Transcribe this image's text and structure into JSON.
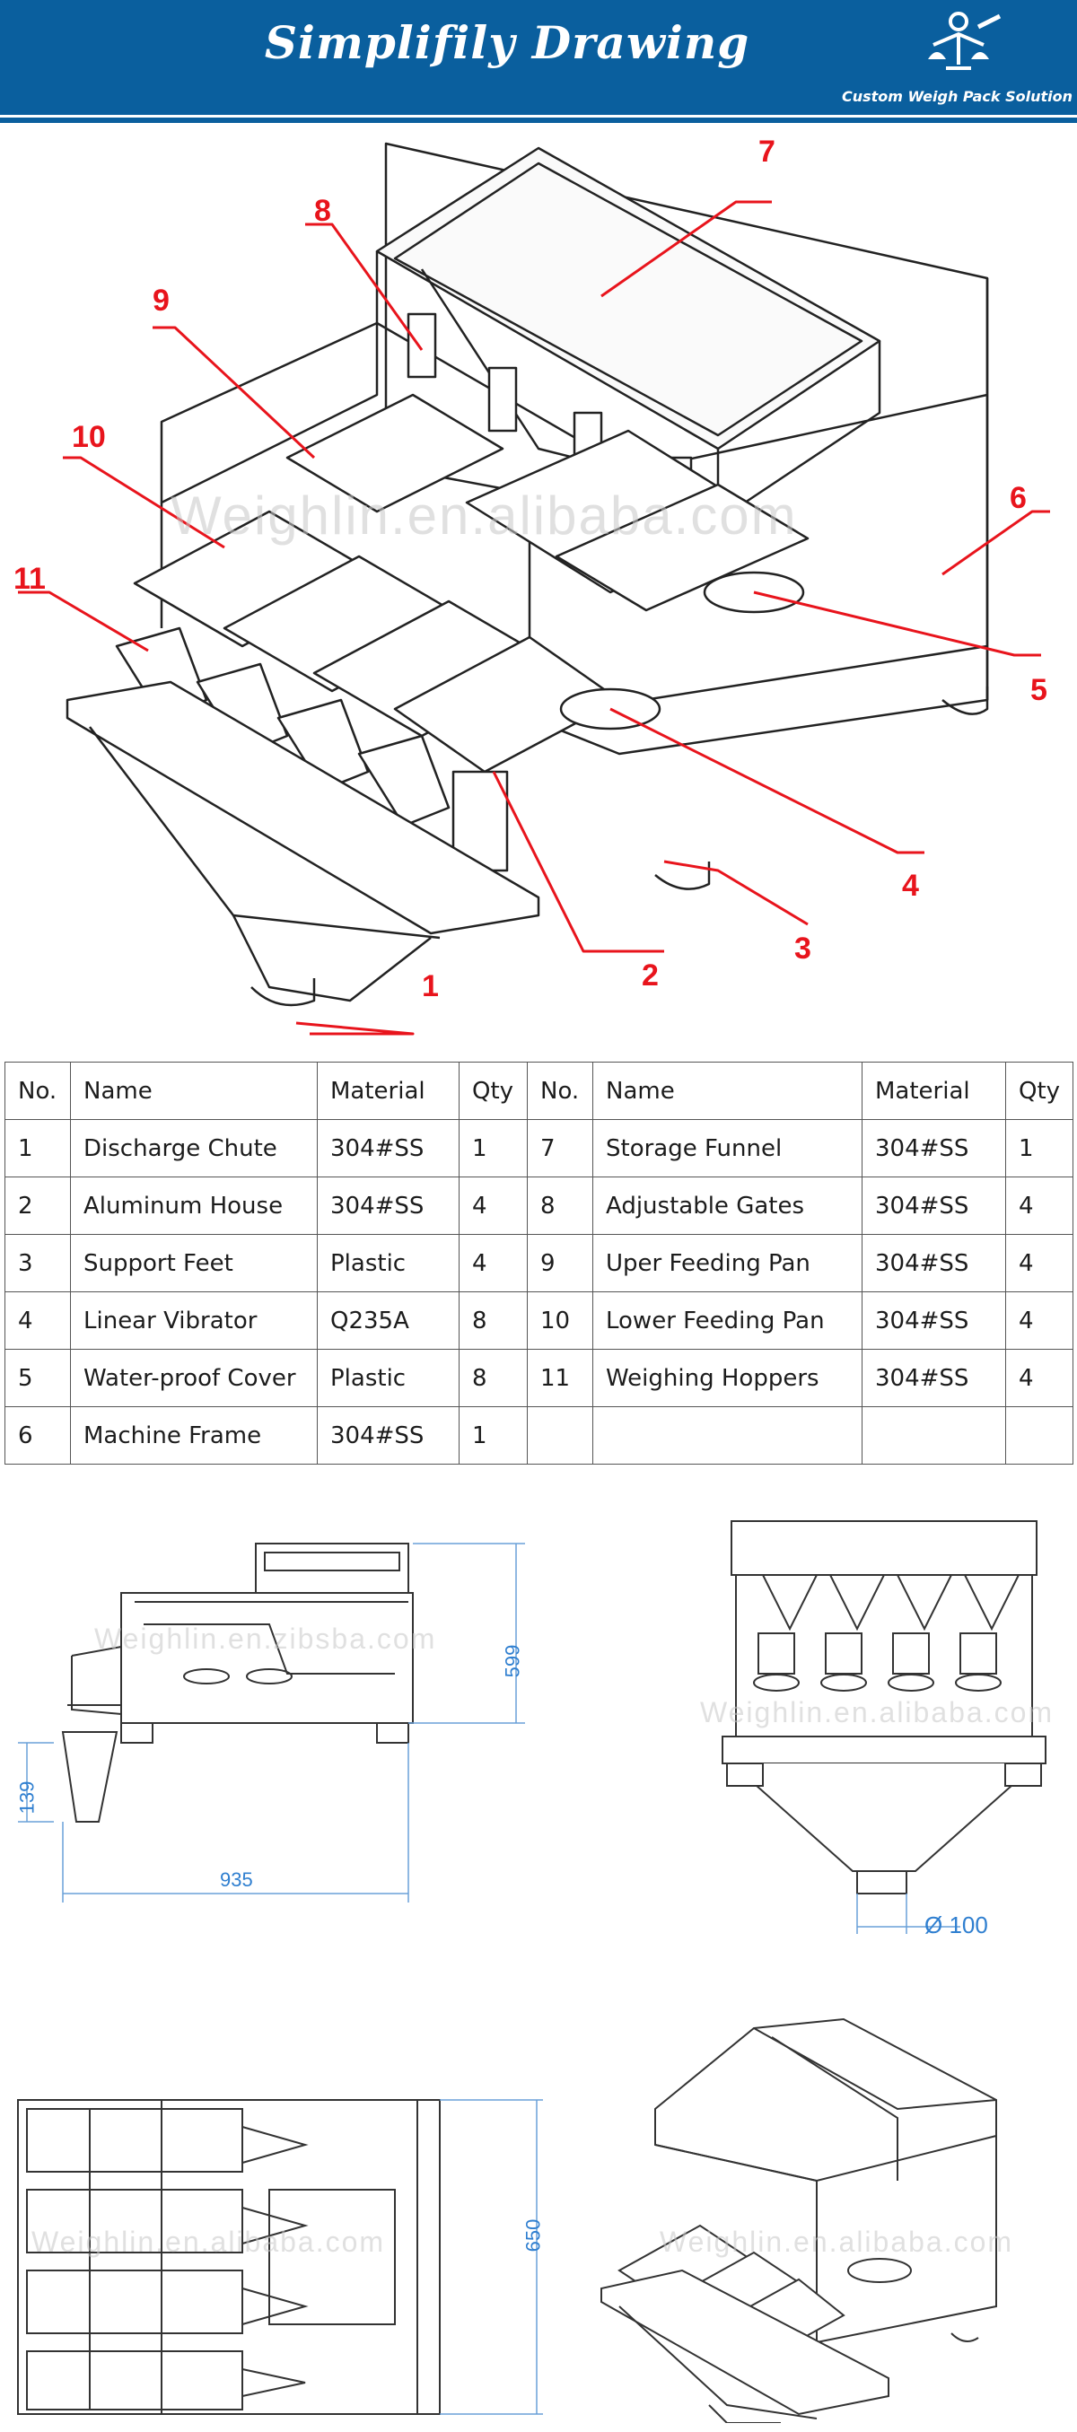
{
  "header": {
    "title": "Simplifily Drawing",
    "tagline": "Custom Weigh Pack Solution",
    "bg_color": "#0a5f9e",
    "logo_icon": "scale-hand-icon"
  },
  "watermarks": {
    "main": "Weighlin.en.alibaba.com",
    "side": "Weighlin.en.zibsba.com",
    "front": "Weighlin.en.alibaba.com",
    "top": "Weighlin.en.alibaba.com",
    "iso": "Weighlin.en.alibaba.com"
  },
  "callouts": [
    "1",
    "2",
    "3",
    "4",
    "5",
    "6",
    "7",
    "8",
    "9",
    "10",
    "11"
  ],
  "callout_color": "#e8141c",
  "parts_table": {
    "headers": [
      "No.",
      "Name",
      "Material",
      "Qty",
      "No.",
      "Name",
      "Material",
      "Qty"
    ],
    "rows": [
      [
        "1",
        "Discharge Chute",
        "304#SS",
        "1",
        "7",
        "Storage Funnel",
        "304#SS",
        "1"
      ],
      [
        "2",
        "Aluminum House",
        "304#SS",
        "4",
        "8",
        "Adjustable Gates",
        "304#SS",
        "4"
      ],
      [
        "3",
        "Support Feet",
        "Plastic",
        "4",
        "9",
        "Uper Feeding Pan",
        "304#SS",
        "4"
      ],
      [
        "4",
        "Linear Vibrator",
        "Q235A",
        "8",
        "10",
        "Lower Feeding Pan",
        "304#SS",
        "4"
      ],
      [
        "5",
        "Water-proof Cover",
        "Plastic",
        "8",
        "11",
        "Weighing Hoppers",
        "304#SS",
        "4"
      ],
      [
        "6",
        "Machine Frame",
        "304#SS",
        "1",
        "",
        "",
        "",
        ""
      ]
    ]
  },
  "dimensions": {
    "height": "599",
    "chute": "139",
    "length": "935",
    "outlet": "Ø 100",
    "width": "650",
    "color": "#2f7fd0"
  }
}
